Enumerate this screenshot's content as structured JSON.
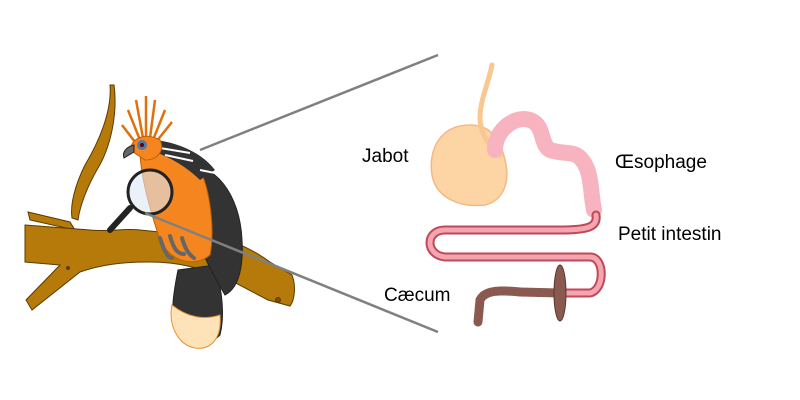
{
  "labels": {
    "crop": "Jabot",
    "esophagus": "Œsophage",
    "small_intestine": "Petit intestin",
    "caecum": "Cæcum"
  },
  "colors": {
    "branch": "#b57a0a",
    "bird_orange": "#f5861f",
    "bird_dark": "#333333",
    "crop": "#fdd5a5",
    "esophagus": "#f7b4c0",
    "intestine": "#e8808f",
    "caecum": "#8a5a50",
    "line": "#808080"
  }
}
